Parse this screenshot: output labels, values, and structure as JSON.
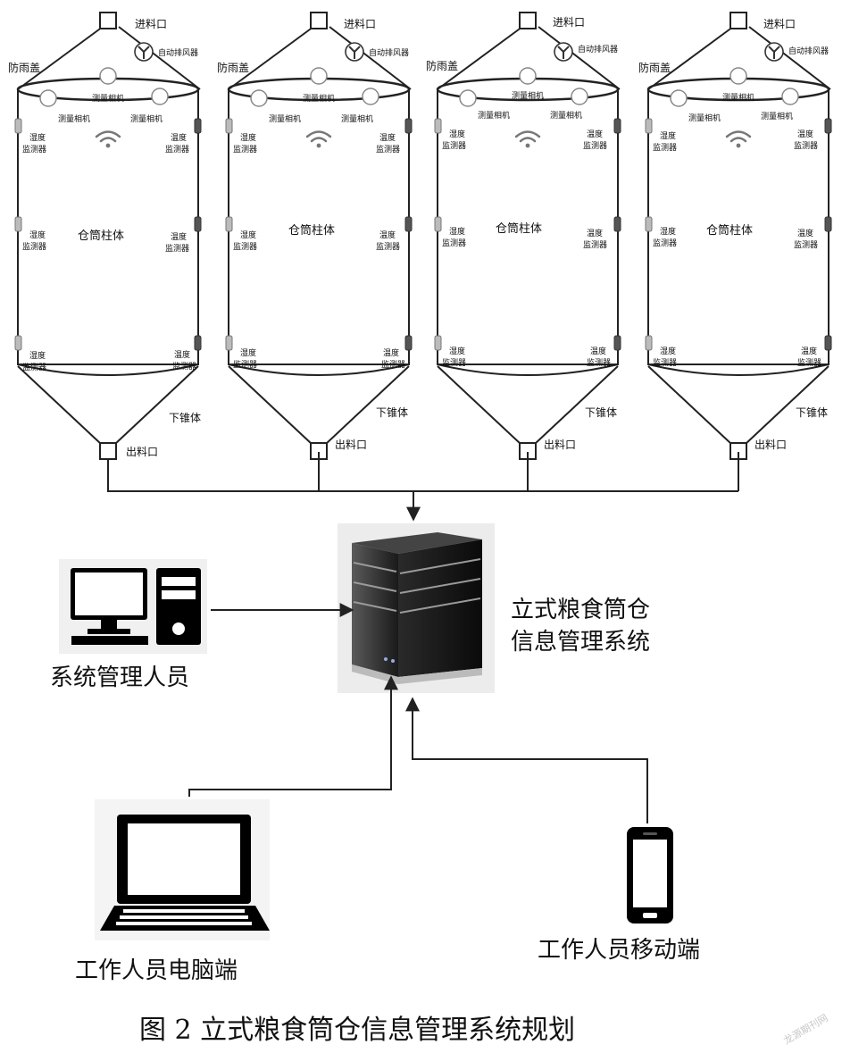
{
  "silo_labels": {
    "inlet": "进料口",
    "fan": "自动排风器",
    "rain_cover": "防雨盖",
    "camera": "测量相机",
    "humidity": "湿度",
    "temperature": "温度",
    "monitor": "监测器",
    "body": "仓筒柱体",
    "cone": "下锥体",
    "outlet": "出料口"
  },
  "system": {
    "line1": "立式粮食筒仓",
    "line2": "信息管理系统"
  },
  "admin_label": "系统管理人员",
  "laptop_label": "工作人员电脑端",
  "mobile_label": "工作人员移动端",
  "caption": "图 2    立式粮食筒仓信息管理系统规划",
  "watermark": "龙源期刊网",
  "icons": {
    "server": "server-icon",
    "desktop": "desktop-computer-icon",
    "laptop": "laptop-icon",
    "phone": "smartphone-icon",
    "wifi": "wifi-icon",
    "fan": "exhaust-fan-icon",
    "camera": "measurement-camera-icon",
    "sensor": "sensor-icon"
  }
}
